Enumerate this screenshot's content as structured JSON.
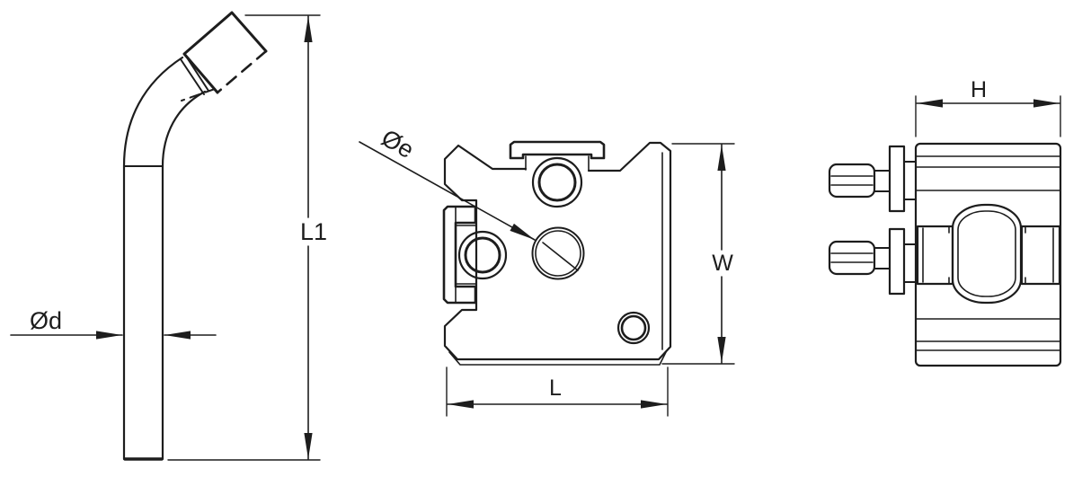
{
  "drawing": {
    "type": "technical-drawing",
    "colors": {
      "background": "#ffffff",
      "line": "#1d1d1d"
    },
    "views": [
      {
        "id": "handle-side-view",
        "description": "bent clamping handle, side view"
      },
      {
        "id": "block-front-view",
        "description": "tool block front view with bores and T-nuts"
      },
      {
        "id": "block-side-view",
        "description": "tool block side view with clamp screws"
      }
    ],
    "dimensions": {
      "handle_length": "L1",
      "handle_diameter": "Ød",
      "bore_diameter": "Øe",
      "block_width": "W",
      "block_length": "L",
      "block_height": "H"
    }
  }
}
